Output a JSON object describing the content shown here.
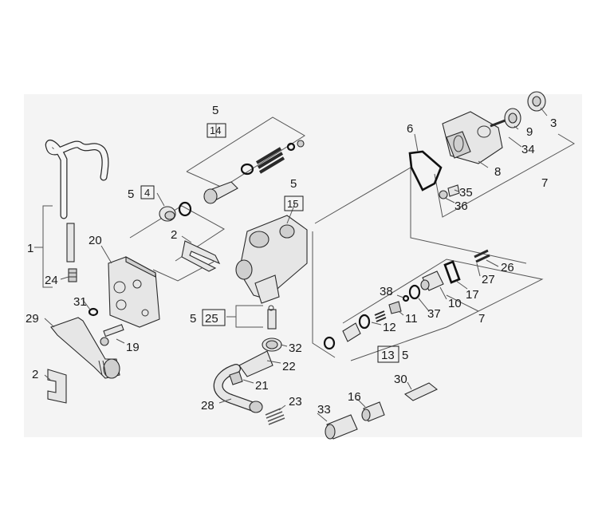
{
  "labels": {
    "l1": "1",
    "l2a": "2",
    "l2b": "2",
    "l3": "3",
    "l5_14": "5",
    "b14": "14",
    "l5_4": "5",
    "b4": "4",
    "l5_15": "5",
    "b15": "15",
    "l5_25": "5",
    "b25": "25",
    "b13": "13",
    "l5_13": "5",
    "l6": "6",
    "l7a": "7",
    "l7b": "7",
    "l8": "8",
    "l9": "9",
    "l10": "10",
    "l11": "11",
    "l12": "12",
    "l16": "16",
    "l17": "17",
    "l19": "19",
    "l20": "20",
    "l21": "21",
    "l22": "22",
    "l23": "23",
    "l24": "24",
    "l26": "26",
    "l27": "27",
    "l28": "28",
    "l29": "29",
    "l30": "30",
    "l31": "31",
    "l32": "32",
    "l33": "33",
    "l34": "34",
    "l35": "35",
    "l36": "36",
    "l37": "37",
    "l38": "38"
  }
}
